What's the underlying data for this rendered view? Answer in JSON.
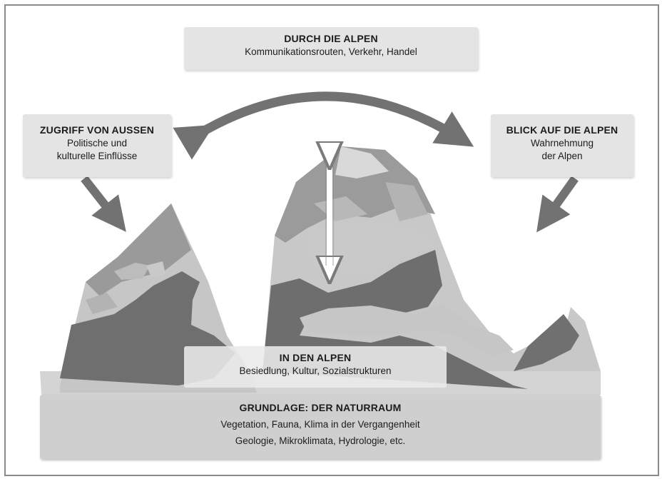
{
  "top": {
    "title": "DURCH DIE ALPEN",
    "subtitle": "Kommunikationsrouten, Verkehr, Handel"
  },
  "left": {
    "title": "ZUGRIFF VON AUSSEN",
    "line1": "Politische und",
    "line2": "kulturelle Einflüsse"
  },
  "right": {
    "title": "BLICK AUF DIE ALPEN",
    "line1": "Wahrnehmung",
    "line2": "der Alpen"
  },
  "middle": {
    "title": "IN DEN ALPEN",
    "subtitle": "Besiedlung, Kultur, Sozialstrukturen"
  },
  "base": {
    "title": "GRUNDLAGE: DER NATURRAUM",
    "line1": "Vegetation, Fauna, Klima in der Vergangenheit",
    "line2": "Geologie, Mikroklimata, Hydrologie,  etc."
  },
  "colors": {
    "box": "#e4e4e4",
    "base": "#cfcfcf",
    "arrow": "#727272",
    "mountain_dark": "#6f6f6f",
    "mountain_mid": "#9b9b9b",
    "mountain_light": "#c9c9c9"
  }
}
